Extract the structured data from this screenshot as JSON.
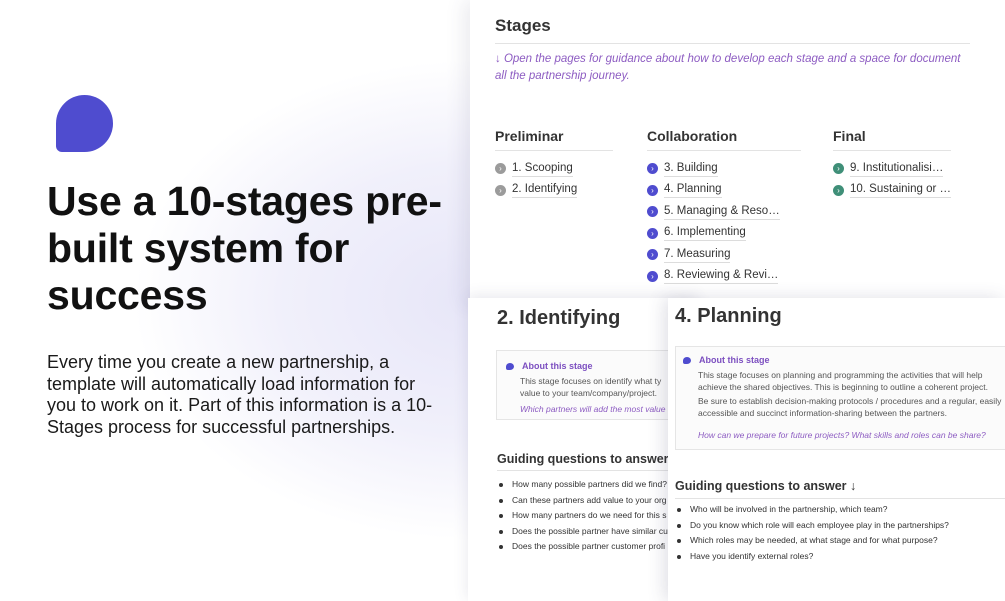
{
  "hero": {
    "title": "Use a 10-stages pre-built system for success",
    "body": "Every time you create a new partnership, a template will automatically load information for you to work on it. Part of this information is a 10-Stages process for successful partnerships."
  },
  "colors": {
    "accent": "#4f4ccf",
    "purple_text": "#8d5cc2",
    "grey_dot": "#9b9b9b",
    "green_dot": "#3f8f78"
  },
  "stages": {
    "title": "Stages",
    "intro": "↓ Open the pages for guidance about how to develop each stage and a space for document all the partnership journey.",
    "columns": [
      {
        "heading": "Preliminar",
        "dot_color": "#9b9b9b",
        "items": [
          "1. Scooping",
          "2. Identifying"
        ]
      },
      {
        "heading": "Collaboration",
        "dot_color": "#4f4ccf",
        "items": [
          "3. Building",
          "4. Planning",
          "5. Managing & Reso…",
          "6. Implementing",
          "7. Measuring",
          "8. Reviewing & Revi…"
        ]
      },
      {
        "heading": "Final",
        "dot_color": "#3f8f78",
        "items": [
          "9. Institutionalisi…",
          "10. Sustaining or …"
        ]
      }
    ]
  },
  "identifying": {
    "title": "2. Identifying",
    "about_label": "About this stage",
    "about_text_1": "This stage focuses on identify what ty",
    "about_text_2": "value to your team/company/project.",
    "about_question": "Which partners will add the most value",
    "guiding_title": "Guiding questions to answer ↓",
    "questions": [
      "How many possible partners did we find?",
      "Can these partners add value to your org",
      "How many partners do we need for this s",
      "Does the possible partner have similar cu",
      "Does the possible partner customer profi"
    ]
  },
  "planning": {
    "title": "4. Planning",
    "about_label": "About this stage",
    "about_text_1": "This stage focuses on planning and programming the activities that will help achieve the shared objectives. This is beginning to outline a coherent project.",
    "about_text_2": "Be sure to establish decision-making protocols / procedures and a regular, easily accessible and succinct information-sharing between the partners.",
    "about_question": "How can we prepare for future projects? What skills and roles can be share?",
    "guiding_title": "Guiding questions to answer ↓",
    "questions": [
      "Who will be involved in the partnership, which team?",
      "Do you know which role will each employee play in the partnerships?",
      "Which roles may be needed, at what stage and for what purpose?",
      "Have you identify external roles?"
    ]
  }
}
